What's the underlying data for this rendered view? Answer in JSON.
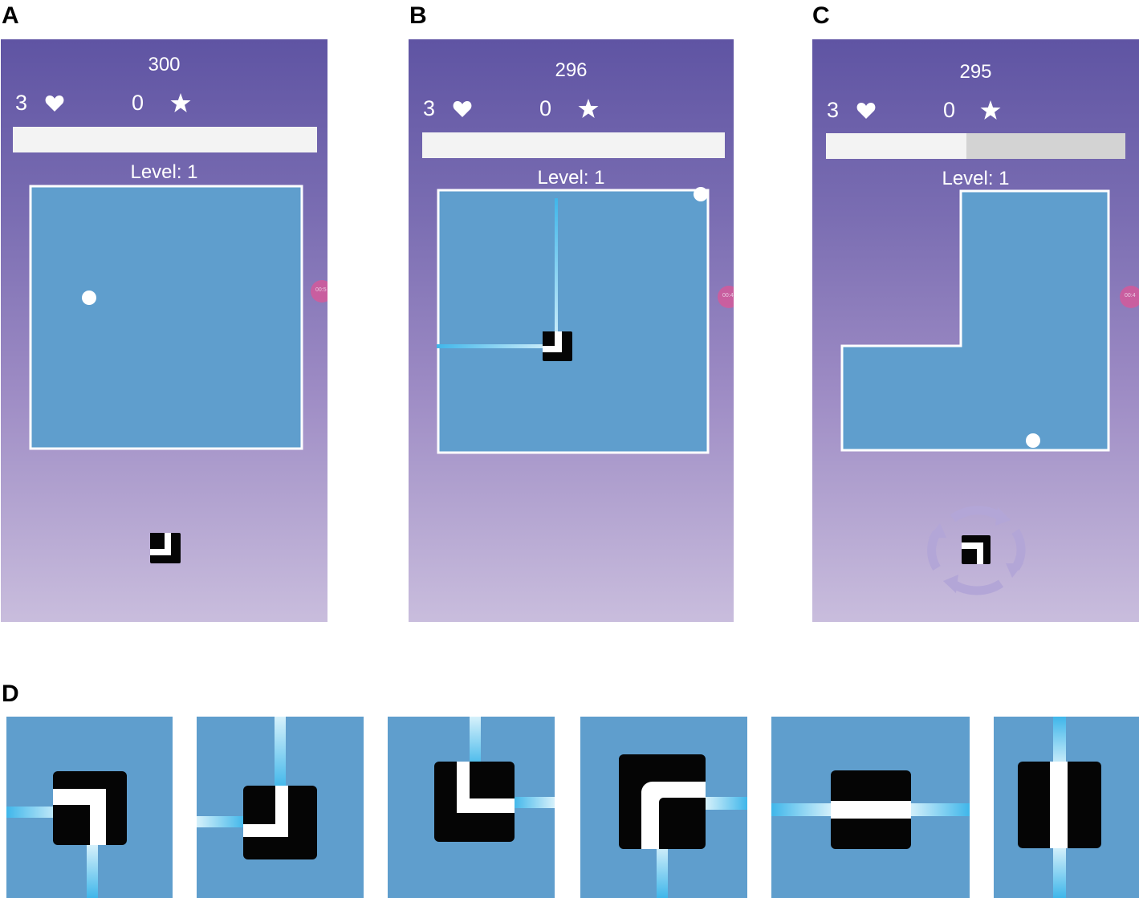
{
  "panels": [
    {
      "letter": "A",
      "score": "300",
      "lives": "3",
      "stars": "0",
      "progress_fill": 1.0,
      "level_label": "Level: 1",
      "timer_text": "00:5"
    },
    {
      "letter": "B",
      "score": "296",
      "lives": "3",
      "stars": "0",
      "progress_fill": 1.0,
      "level_label": "Level: 1",
      "timer_text": "00:4"
    },
    {
      "letter": "C",
      "score": "295",
      "lives": "3",
      "stars": "0",
      "progress_fill": 0.47,
      "level_label": "Level: 1",
      "timer_text": "00:4"
    }
  ],
  "tiles_section": {
    "letter": "D",
    "tiles": [
      {
        "kind": "corner",
        "rotation": "90"
      },
      {
        "kind": "corner",
        "rotation": "180"
      },
      {
        "kind": "corner",
        "rotation": "270"
      },
      {
        "kind": "corner",
        "rotation": "0"
      },
      {
        "kind": "straight",
        "rotation": "0"
      },
      {
        "kind": "straight",
        "rotation": "90"
      }
    ]
  },
  "icons": {
    "lives": "heart-icon",
    "stars": "star-icon",
    "ball": "ball-icon",
    "mirror": "mirror-tile-icon",
    "rotate": "rotate-arrows-icon"
  },
  "colors": {
    "arena": "#5f9ecd",
    "laser": "#3fb6ea",
    "tile_black": "#050505",
    "timer": "#d45a9b",
    "rotate_arrows": "#b3a6d7"
  }
}
